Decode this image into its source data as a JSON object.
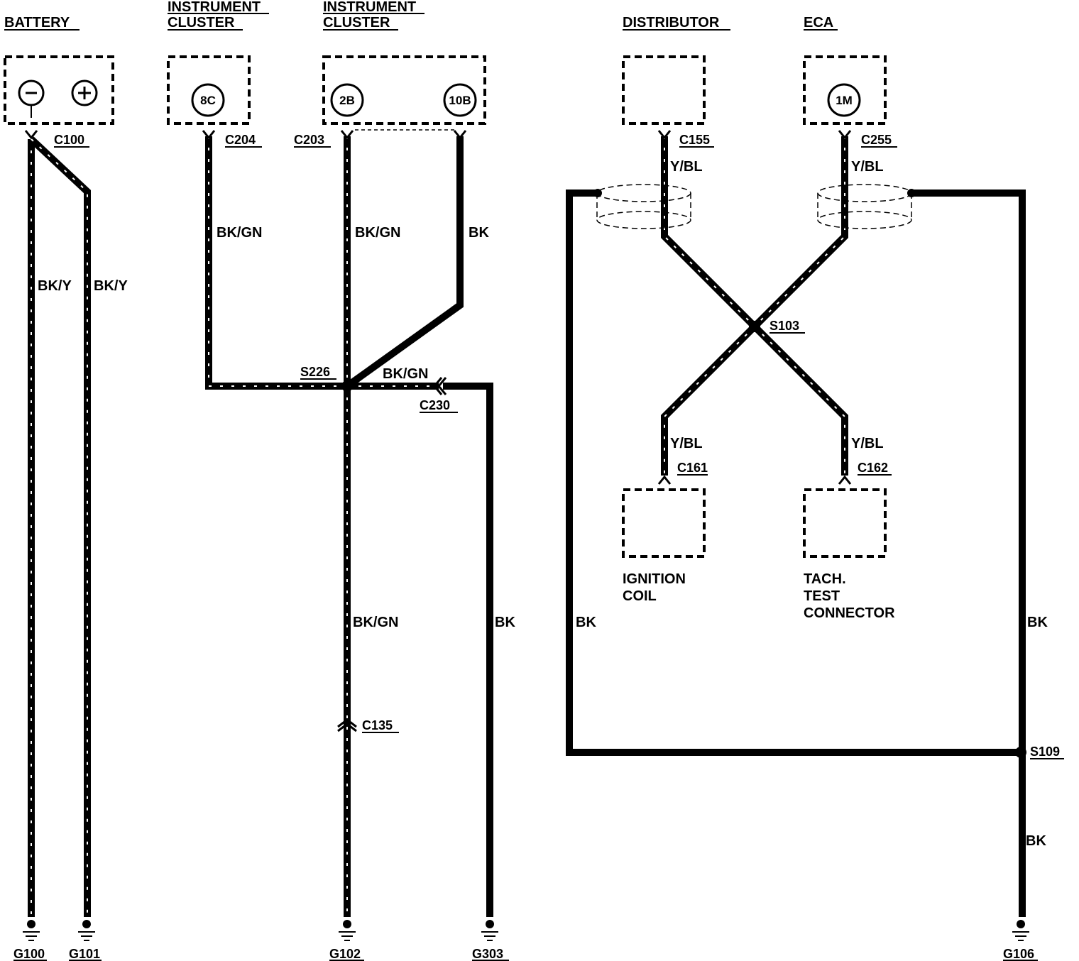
{
  "components": {
    "battery": {
      "title": "BATTERY",
      "neg_symbol": "−",
      "pos_symbol": "+"
    },
    "instrument_cluster_1": {
      "title_line1": "INSTRUMENT",
      "title_line2": "CLUSTER",
      "pin": "8C"
    },
    "instrument_cluster_2": {
      "title_line1": "INSTRUMENT",
      "title_line2": "CLUSTER",
      "pin_a": "2B",
      "pin_b": "10B"
    },
    "distributor": {
      "title": "DISTRIBUTOR"
    },
    "eca": {
      "title": "ECA",
      "pin": "1M"
    },
    "ignition_coil": {
      "title_line1": "IGNITION",
      "title_line2": "COIL"
    },
    "tach_test_connector": {
      "title_line1": "TACH.",
      "title_line2": "TEST",
      "title_line3": "CONNECTOR"
    }
  },
  "connectors": {
    "c100": "C100",
    "c204": "C204",
    "c203": "C203",
    "c230": "C230",
    "c135": "C135",
    "c155": "C155",
    "c255": "C255",
    "c161": "C161",
    "c162": "C162"
  },
  "splices": {
    "s226": "S226",
    "s103": "S103",
    "s109": "S109"
  },
  "grounds": {
    "g100": "G100",
    "g101": "G101",
    "g102": "G102",
    "g303": "G303",
    "g106": "G106"
  },
  "wire_colors": {
    "bat_neg": "BK/Y",
    "bat_pos": "BK/Y",
    "c204_wire": "BK/GN",
    "c203_wire": "BK/GN",
    "pin10b_wire": "BK",
    "s226_to_c230": "BK/GN",
    "c230_to_g303": "BK",
    "s226_to_g102": "BK/GN",
    "dist_wire": "Y/BL",
    "eca_wire": "Y/BL",
    "coil_wire": "Y/BL",
    "tach_wire": "Y/BL",
    "left_shield_drain": "BK",
    "right_shield_drain": "BK",
    "s109_to_g106": "BK"
  }
}
